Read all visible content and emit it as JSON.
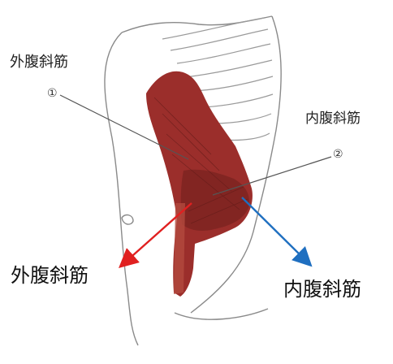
{
  "labels": {
    "top_left": "外腹斜筋",
    "top_right": "内腹斜筋",
    "bottom_left": "外腹斜筋",
    "bottom_right": "内腹斜筋"
  },
  "markers": {
    "one": "①",
    "two": "②"
  },
  "colors": {
    "muscle": "#9b2e2b",
    "muscle_dark": "#6e1f1c",
    "arrow_external": "#e02020",
    "arrow_internal": "#1f6fc0",
    "sketch": "#7a7a7a"
  }
}
